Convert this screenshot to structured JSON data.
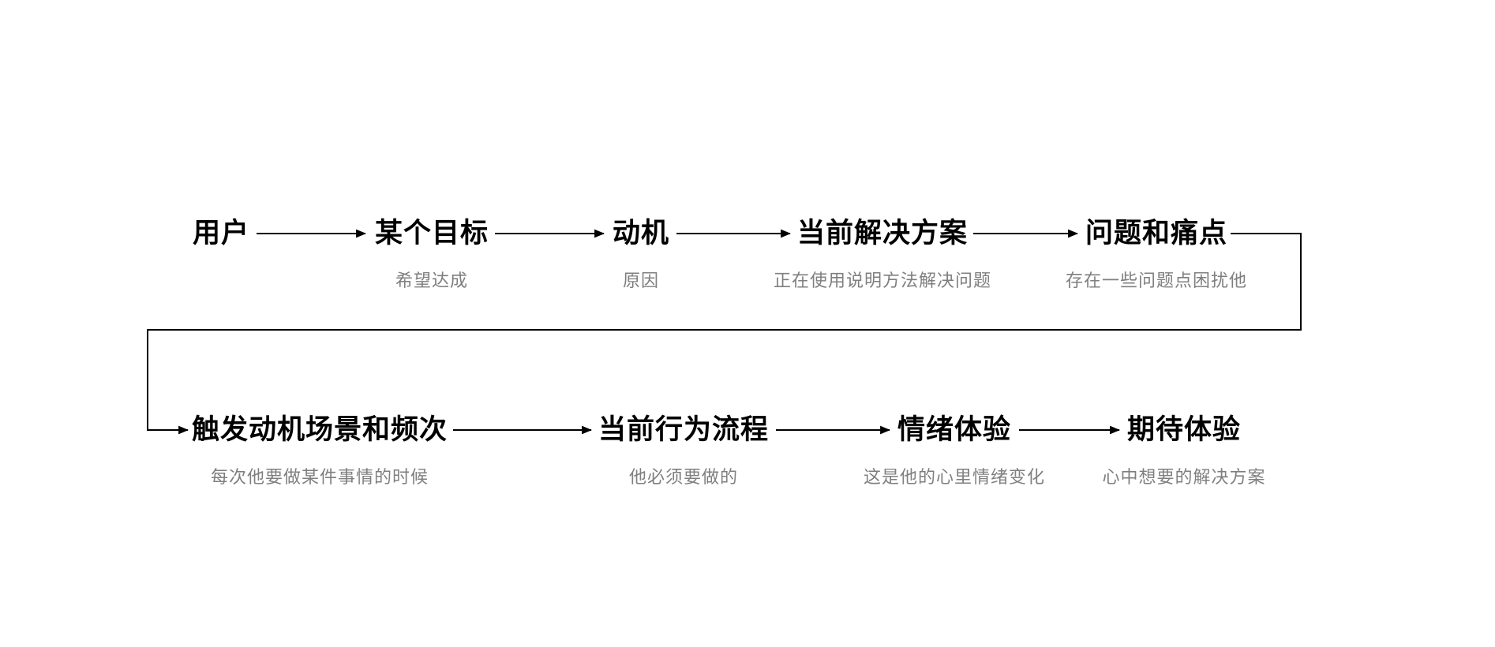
{
  "diagram": {
    "colors": {
      "background": "#ffffff",
      "title": "#000000",
      "subtitle": "#7f7f7f",
      "line": "#000000"
    },
    "rows": [
      {
        "nodes": [
          {
            "title": "用户",
            "subtitle": ""
          },
          {
            "title": "某个目标",
            "subtitle": "希望达成"
          },
          {
            "title": "动机",
            "subtitle": "原因"
          },
          {
            "title": "当前解决方案",
            "subtitle": "正在使用说明方法解决问题"
          },
          {
            "title": "问题和痛点",
            "subtitle": "存在一些问题点困扰他"
          }
        ]
      },
      {
        "nodes": [
          {
            "title": "触发动机场景和频次",
            "subtitle": "每次他要做某件事情的时候"
          },
          {
            "title": "当前行为流程",
            "subtitle": "他必须要做的"
          },
          {
            "title": "情绪体验",
            "subtitle": "这是他的心里情绪变化"
          },
          {
            "title": "期待体验",
            "subtitle": "心中想要的解决方案"
          }
        ]
      }
    ]
  }
}
